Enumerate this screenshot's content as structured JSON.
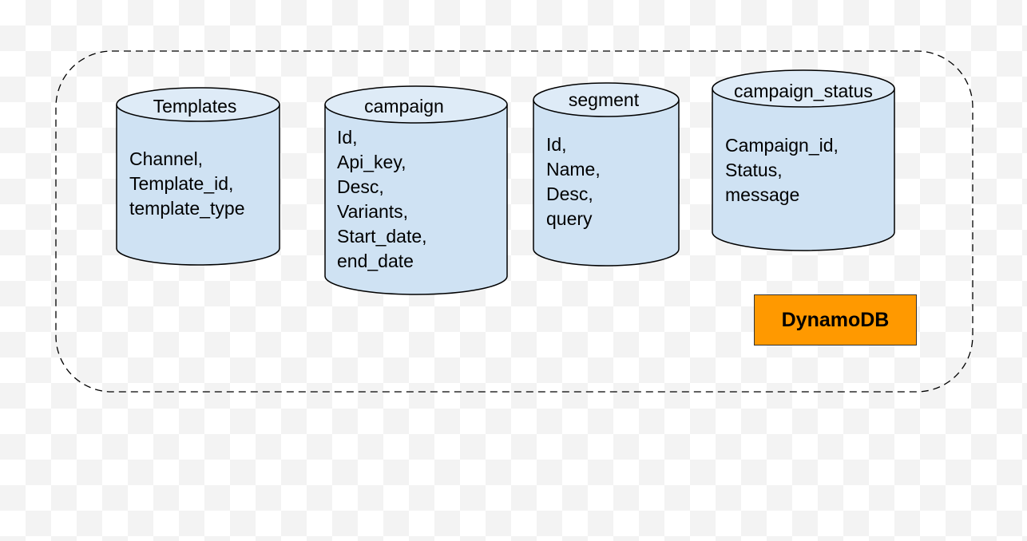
{
  "tables": [
    {
      "name": "Templates",
      "fields": [
        "Channel,",
        "Template_id,",
        "template_type"
      ]
    },
    {
      "name": "campaign",
      "fields": [
        "Id,",
        "Api_key,",
        "Desc,",
        "Variants,",
        "Start_date,",
        "end_date"
      ]
    },
    {
      "name": "segment",
      "fields": [
        "Id,",
        "Name,",
        "Desc,",
        "query"
      ]
    },
    {
      "name": "campaign_status",
      "fields": [
        "Campaign_id,",
        "Status,",
        "message"
      ]
    }
  ],
  "badge": {
    "label": "DynamoDB",
    "color": "#ff9900"
  },
  "colors": {
    "cylinder_fill": "#cfe2f3",
    "cylinder_top": "#deebf7",
    "stroke": "#000000"
  }
}
